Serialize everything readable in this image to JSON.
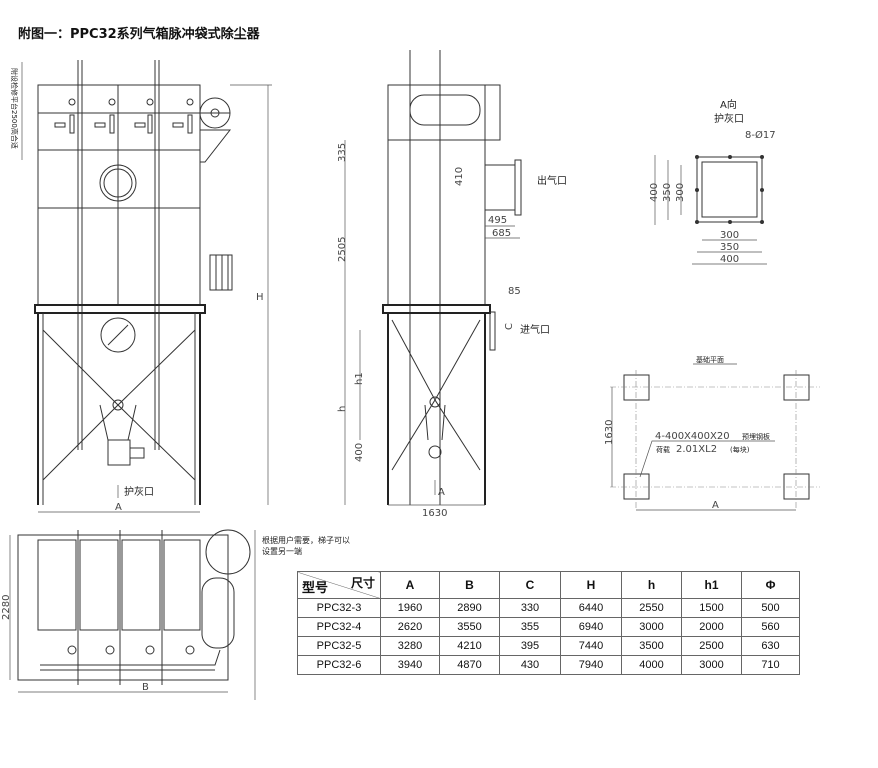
{
  "title": "附图一：PPC32系列气箱脉冲袋式除尘器",
  "front_view": {
    "side_note": "附设检修平台2500高合适",
    "dim_A": "A",
    "dim_H": "H",
    "hopper_label": "护灰口"
  },
  "side_view": {
    "dims": {
      "d335": "335",
      "d2505": "2505",
      "d410": "410",
      "d495": "495",
      "d685": "685",
      "d85": "85",
      "dC": "C",
      "dh1": "h1",
      "dh": "h",
      "d400": "400",
      "d1630": "1630"
    },
    "outlet_label": "出气口",
    "inlet_label": "进气口",
    "arrow_label": "A"
  },
  "detail_view": {
    "title": "A向",
    "subtitle": "护灰口",
    "holes": "8-Ø17",
    "dims": [
      "300",
      "350",
      "400"
    ]
  },
  "foundation": {
    "title": "基础平面",
    "dim_1630": "1630",
    "dim_A": "A",
    "plate_note": "4-400X400X20",
    "plate_note2": "预埋钢板",
    "load_prefix": "荷载",
    "load": "2.01XL2",
    "load_suffix": "(每块)"
  },
  "plan_view": {
    "dim_2280": "2280",
    "dim_B": "B",
    "note": "根据用户需要，梯子可以设置另一端"
  },
  "table": {
    "header_corner_top": "尺寸",
    "header_corner_bottom": "型号",
    "columns": [
      "A",
      "B",
      "C",
      "H",
      "h",
      "h1",
      "Φ"
    ],
    "rows": [
      {
        "model": "PPC32-3",
        "values": [
          "1960",
          "2890",
          "330",
          "6440",
          "2550",
          "1500",
          "500"
        ]
      },
      {
        "model": "PPC32-4",
        "values": [
          "2620",
          "3550",
          "355",
          "6940",
          "3000",
          "2000",
          "560"
        ]
      },
      {
        "model": "PPC32-5",
        "values": [
          "3280",
          "4210",
          "395",
          "7440",
          "3500",
          "2500",
          "630"
        ]
      },
      {
        "model": "PPC32-6",
        "values": [
          "3940",
          "4870",
          "430",
          "7940",
          "4000",
          "3000",
          "710"
        ]
      }
    ]
  }
}
